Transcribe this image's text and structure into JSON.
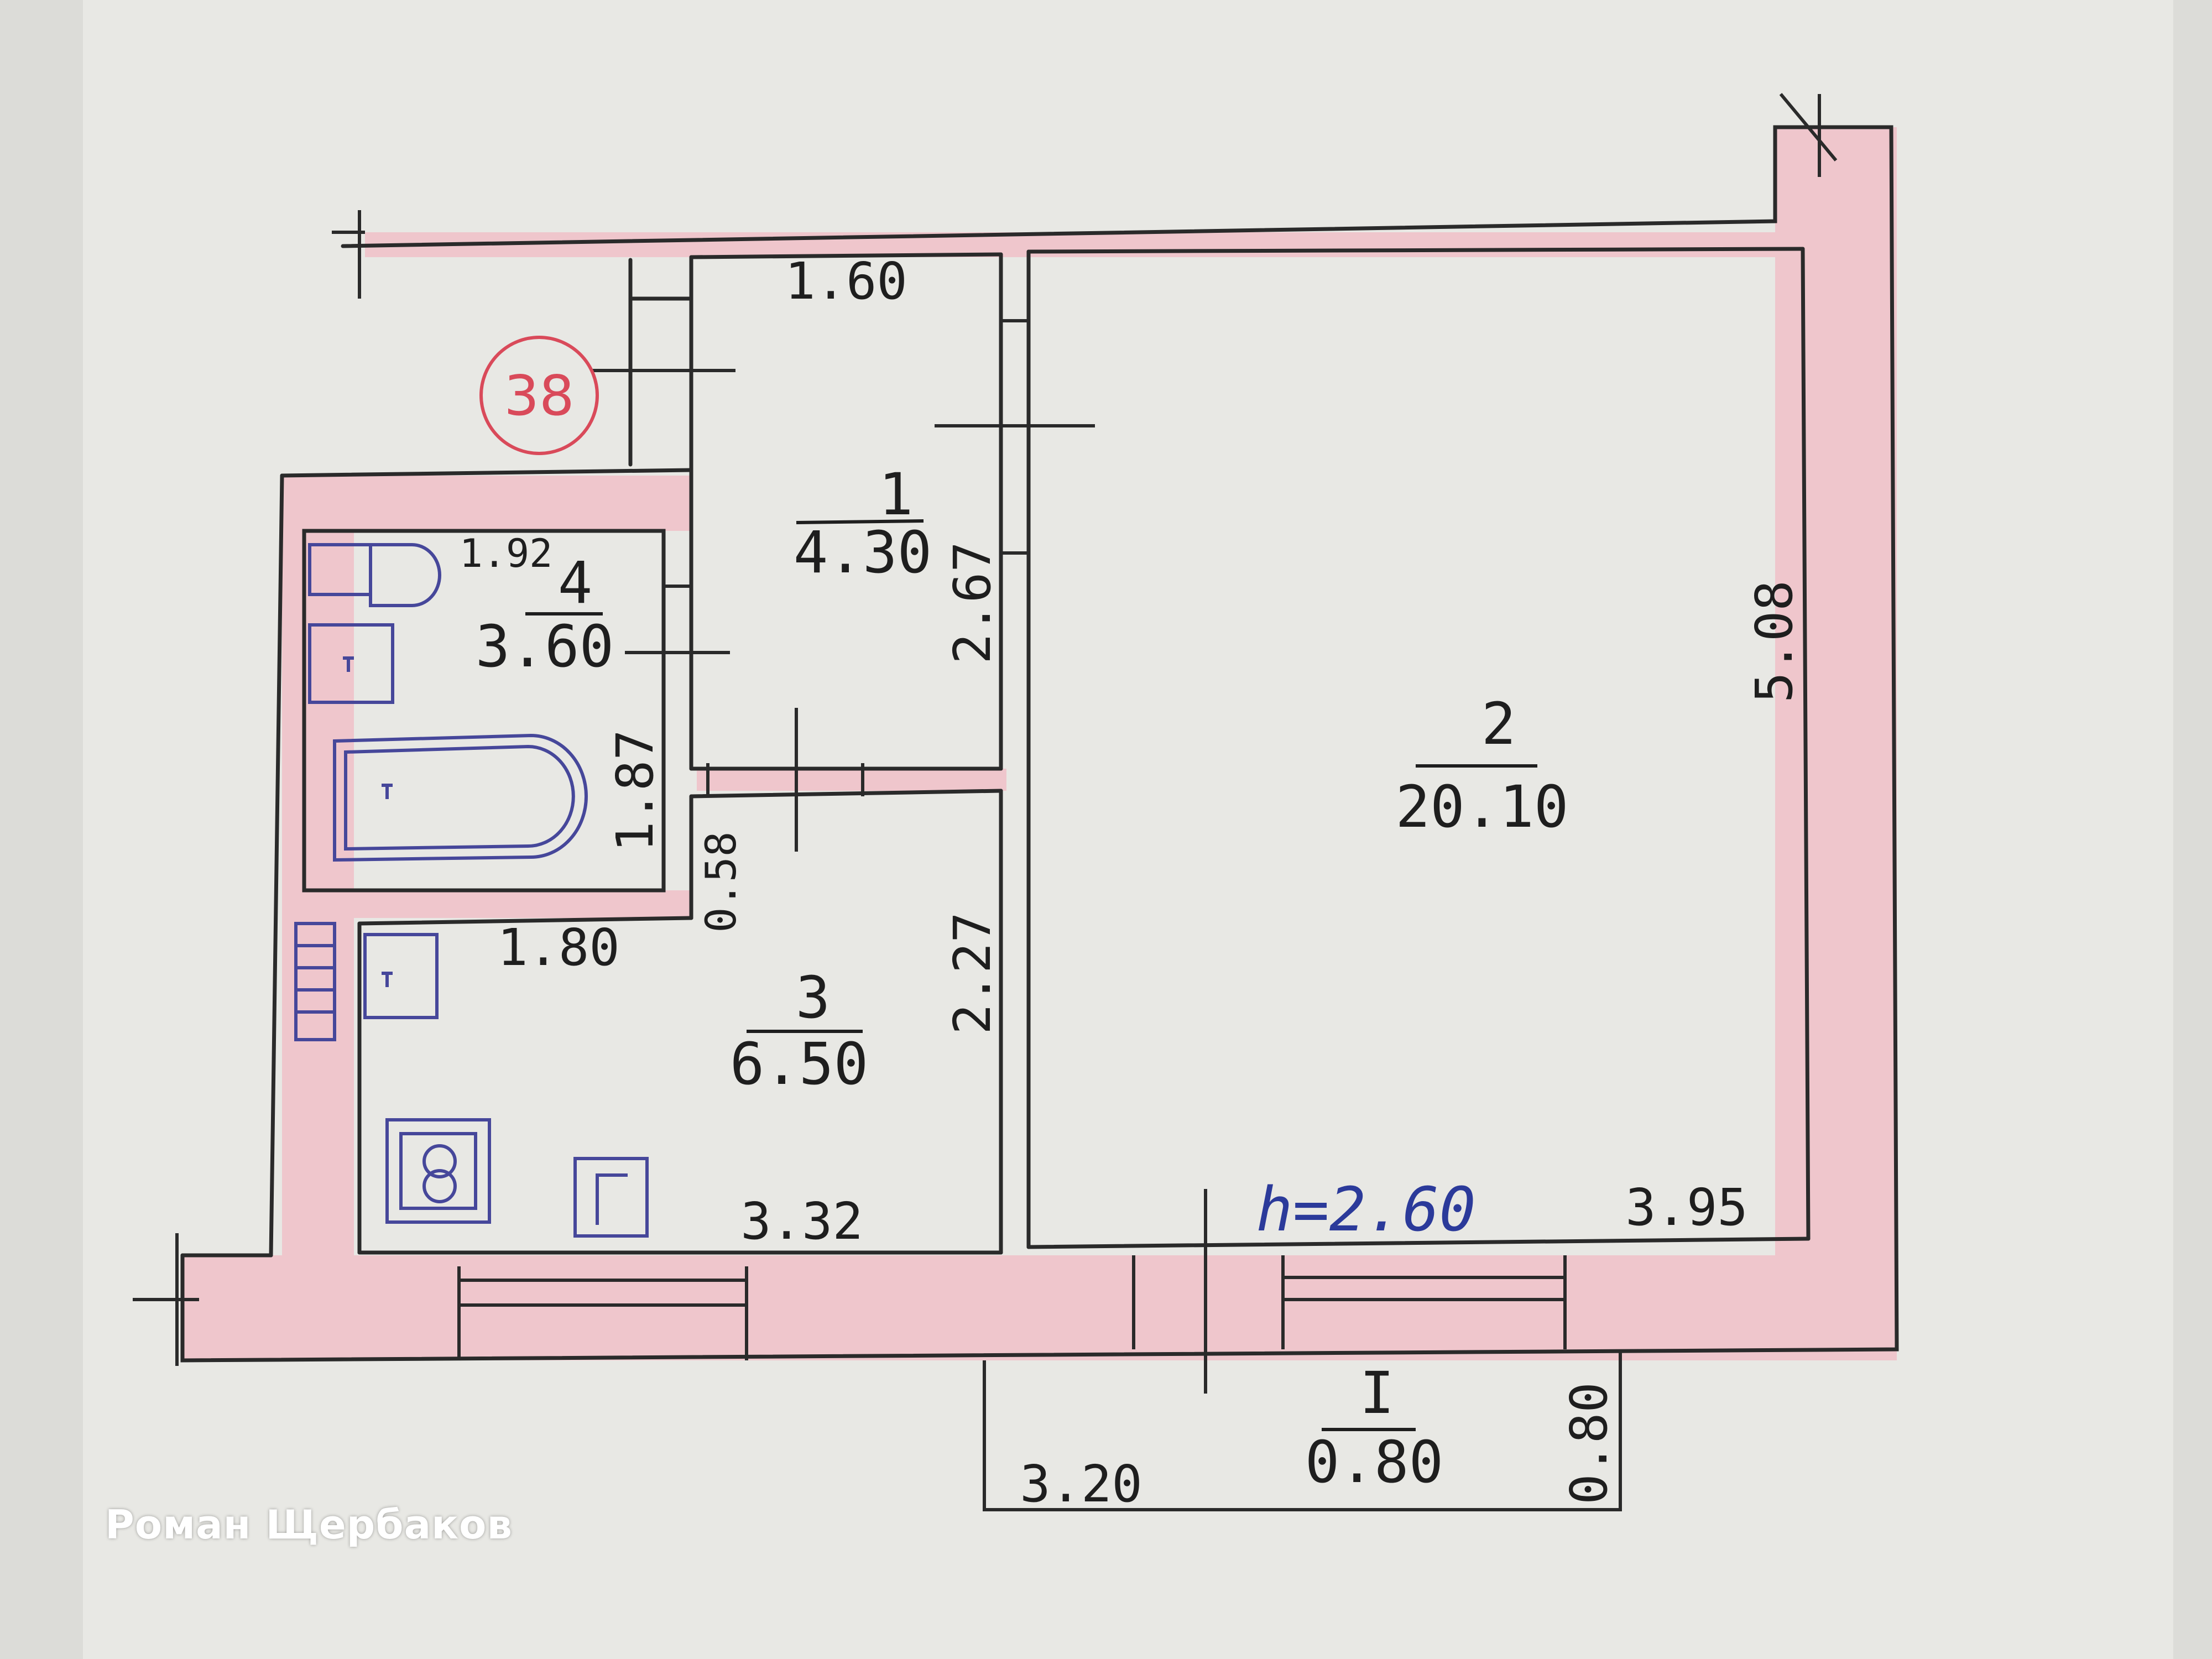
{
  "plan": {
    "stamp": "38",
    "ceiling_height": "h=2.60",
    "rooms": [
      {
        "number": "1",
        "area": "4.30"
      },
      {
        "number": "2",
        "area": "20.10"
      },
      {
        "number": "3",
        "area": "6.50"
      },
      {
        "number": "4",
        "area": "3.60"
      },
      {
        "number": "I",
        "area": "0.80"
      }
    ],
    "dimensions": {
      "room1_width": "1.60",
      "room1_length": "2.67",
      "room2_width": "3.95",
      "room2_length": "5.08",
      "room3_width": "3.32",
      "room3_length": "2.27",
      "room3_niche_width": "1.80",
      "room4_width": "1.92",
      "room4_length": "1.87",
      "corridor_gap": "0.58",
      "balcony_width": "3.20",
      "balcony_depth": "0.80"
    },
    "colors": {
      "wall_fill": "#efc6cc",
      "ink": "#1e1e1e",
      "blue_ink": "#2b3a9a",
      "stamp": "#d94a5a"
    }
  },
  "watermark": {
    "author": "Роман Щербаков"
  }
}
